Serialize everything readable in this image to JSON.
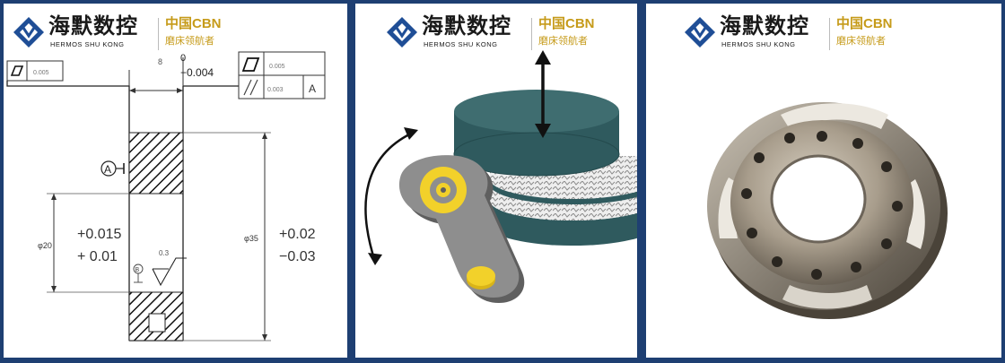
{
  "logo": {
    "name_cn": "海默数控",
    "name_en": "HERMOS SHU KONG",
    "brand": "中国CBN",
    "slogan": "磨床领航者"
  },
  "drawing": {
    "flatness_box_left": "0.005",
    "flatness_box_right": "0.005",
    "parallel_value": "0.003",
    "datum_ref": "A",
    "datum_label": "A",
    "thickness_upper": "0",
    "thickness_lower": "−0.004",
    "thickness_mark": "8",
    "inner_dia_label": "φ20",
    "inner_tol_upper": "+0.015",
    "inner_tol_lower": "+ 0.01",
    "outer_dia_label": "φ35",
    "outer_tol_upper": "+0.02",
    "outer_tol_lower": "−0.03",
    "roughness_value": "0.3",
    "roughness_circle": "B"
  },
  "colors": {
    "background": "#1e3f72",
    "brand_gold": "#c69b1a",
    "wheel_teal": "#2f5a5e",
    "part_yellow": "#f2d12a"
  }
}
